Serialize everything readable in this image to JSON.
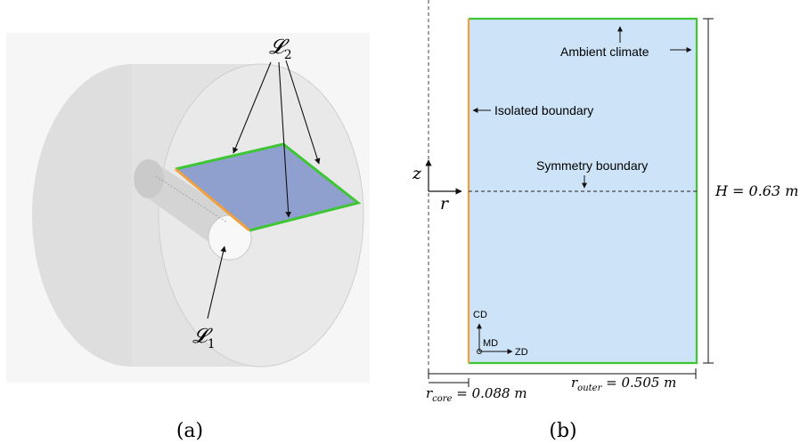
{
  "panel_a": {
    "label": "(a)",
    "l1_label": "𝓛",
    "l1_sub": "1",
    "l2_label": "𝓛",
    "l2_sub": "2"
  },
  "panel_b": {
    "label": "(b)",
    "ambient_climate": "Ambient climate",
    "isolated_boundary": "Isolated boundary",
    "symmetry_boundary": "Symmetry boundary",
    "axis_z": "z",
    "axis_r": "r",
    "height_label": "H = 0.63 m",
    "r_core_label": "r",
    "r_core_sub": "core",
    "r_core_value": " = 0.088 m",
    "r_outer_label": "r",
    "r_outer_sub": "outer",
    "r_outer_value": " = 0.505 m",
    "cd_label": "CD",
    "md_label": "MD",
    "zd_label": "ZD"
  },
  "colors": {
    "domain_fill": "#cde3f7",
    "green_boundary": "#3ec635",
    "orange_boundary": "#f0a03c",
    "plane_fill": "#7f93c9"
  }
}
